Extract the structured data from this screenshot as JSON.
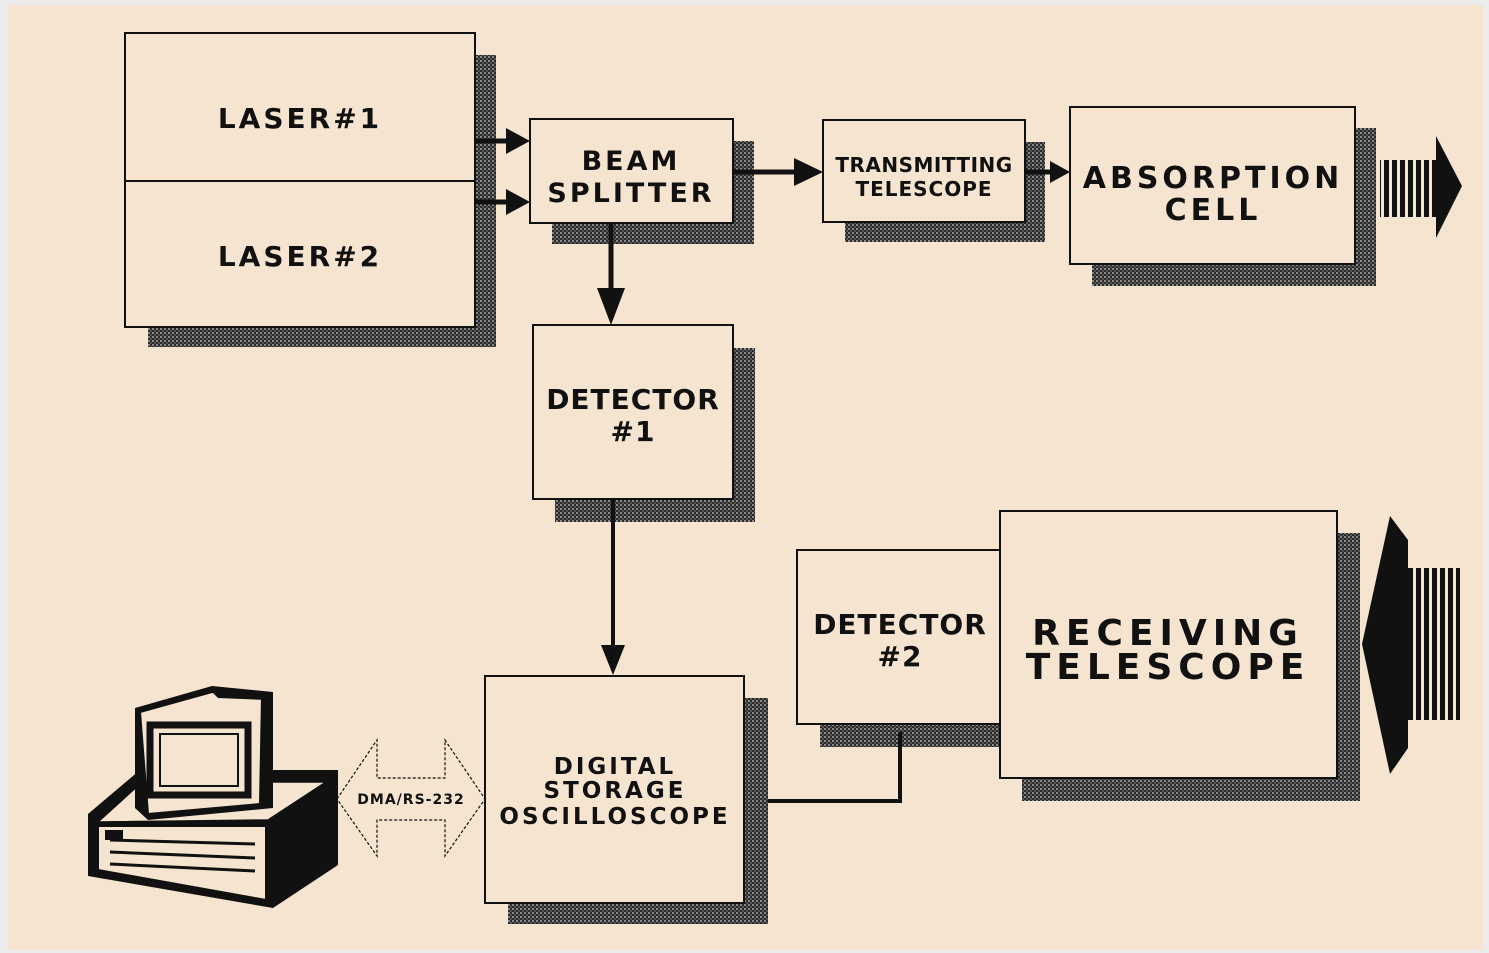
{
  "blocks": {
    "laser1": "LASER#1",
    "laser2": "LASER#2",
    "beam_splitter": [
      "BEAM",
      "SPLITTER"
    ],
    "transmitting_telescope": [
      "TRANSMITTING",
      "TELESCOPE"
    ],
    "absorption_cell": [
      "ABSORPTION",
      "CELL"
    ],
    "detector1": [
      "DETECTOR",
      "#1"
    ],
    "detector2": [
      "DETECTOR",
      "#2"
    ],
    "receiving_telescope": [
      "RECEIVING",
      "TELESCOPE"
    ],
    "oscilloscope": [
      "DIGITAL",
      "STORAGE",
      "OSCILLOSCOPE"
    ]
  },
  "link_label": "DMA/RS-232",
  "colors": {
    "background": "#f5e4cf",
    "ink": "#111111"
  }
}
